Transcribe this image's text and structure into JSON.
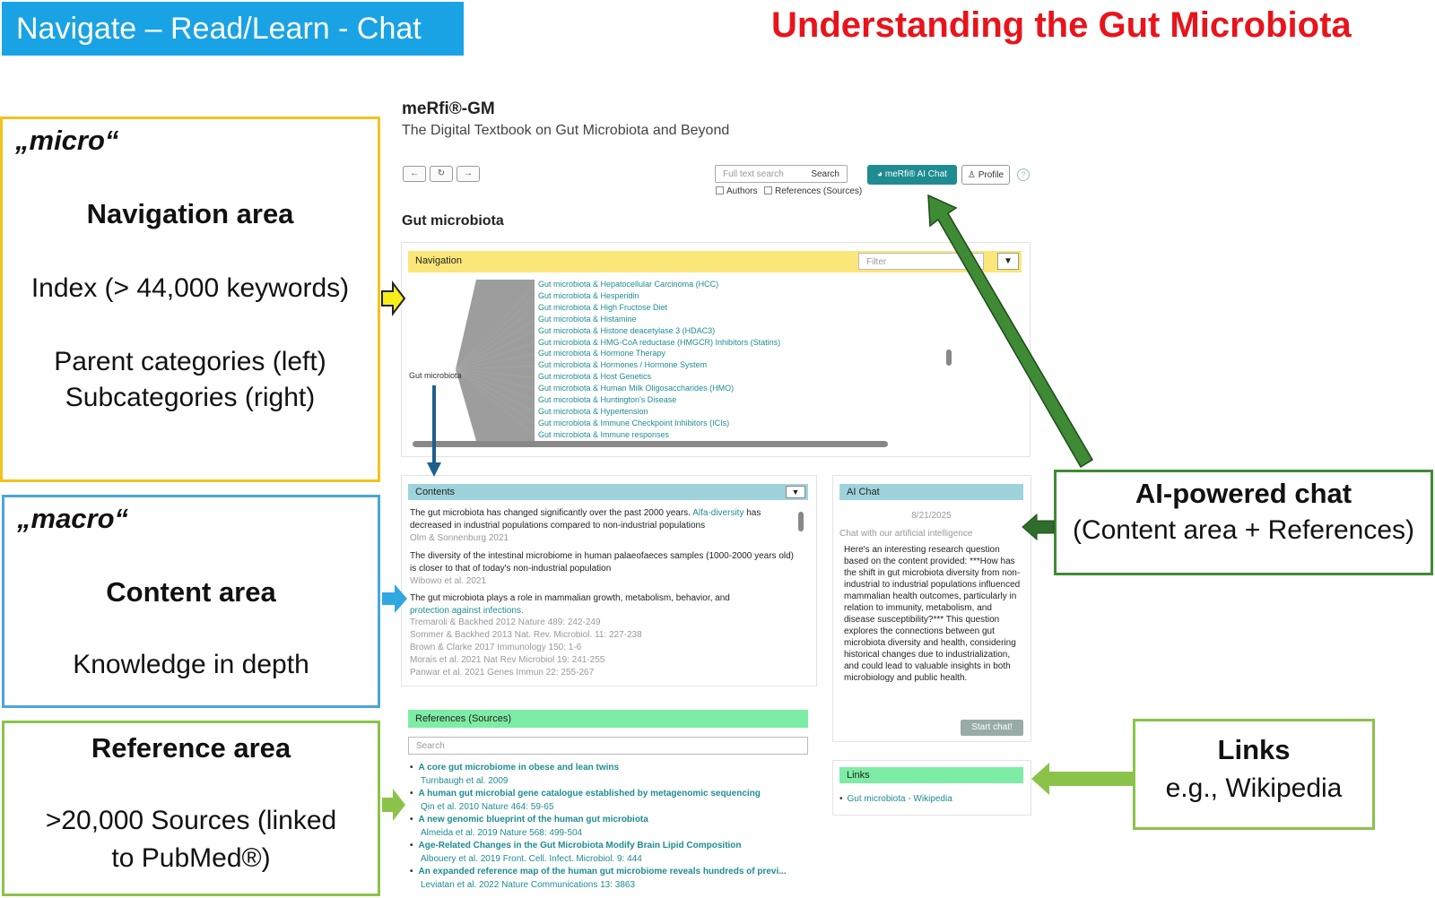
{
  "header": {
    "banner": "Navigate – Read/Learn - Chat",
    "title": "Understanding the Gut Microbiota"
  },
  "callouts": {
    "micro": {
      "tag": "„micro“",
      "heading": "Navigation area",
      "lines": [
        "Index (> 44,000 keywords)",
        "Parent categories (left)",
        "Subcategories (right)"
      ]
    },
    "macro": {
      "tag": "„macro“",
      "heading": "Content area",
      "lines": [
        "Knowledge in depth"
      ]
    },
    "reference": {
      "heading": "Reference area",
      "lines": [
        ">20,000 Sources (linked",
        "to PubMed®)"
      ]
    },
    "chat": {
      "heading": "AI-powered chat",
      "lines": [
        "(Content area + References)"
      ]
    },
    "links": {
      "heading": "Links",
      "lines": [
        "e.g., Wikipedia"
      ]
    }
  },
  "app": {
    "name": "meRfi®-GM",
    "subtitle": "The Digital Textbook on Gut Microbiota and Beyond",
    "search_placeholder": "Full text search",
    "search_button": "Search",
    "check_authors": "Authors",
    "check_references": "References (Sources)",
    "ai_chat_button": "meRfi® AI Chat",
    "profile_button": "Profile",
    "section_title": "Gut microbiota"
  },
  "navigation": {
    "header": "Navigation",
    "filter_placeholder": "Filter",
    "root": "Gut microbiota",
    "items": [
      "Gut microbiota & Hepatocellular Carcinoma (HCC)",
      "Gut microbiota & Hesperidin",
      "Gut microbiota & High Fructose Diet",
      "Gut microbiota & Histamine",
      "Gut microbiota & Histone deacetylase 3 (HDAC3)",
      "Gut microbiota & HMG-CoA reductase (HMGCR) Inhibitors (Statins)",
      "Gut microbiota & Hormone Therapy",
      "Gut microbiota & Hormones / Hormone System",
      "Gut microbiota & Host Genetics",
      "Gut microbiota & Human Milk Oligosaccharides (HMO)",
      "Gut microbiota & Huntington's Disease",
      "Gut microbiota & Hypertension",
      "Gut microbiota & Immune Checkpoint Inhibitors (ICIs)",
      "Gut microbiota & Immune responses"
    ]
  },
  "contents": {
    "header": "Contents",
    "p1_text": "The gut microbiota has changed significantly over the past 2000 years.",
    "p1_link": "Alfa-diversity",
    "p1_text2": "has decreased in industrial populations compared to non-industrial populations",
    "p1_cite": "Olm & Sonnenburg 2021",
    "p2_text": "The diversity of the intestinal microbiome in human palaeofaeces samples (1000-2000 years old) is closer to that of today's non-industrial population",
    "p2_cite": "Wibowo et al. 2021",
    "p3_text": "The gut microbiota plays a role in mammalian growth, metabolism, behavior, and",
    "p3_link": "protection against infections.",
    "p3_cites": [
      "Tremaroli & Backhed 2012 Nature 489: 242-249",
      "Sommer & Backhed 2013 Nat. Rev. Microbiol. 11: 227-238",
      "Brown & Clarke 2017 Immunology 150: 1-6",
      "Morais et al. 2021 Nat Rev Microbiol 19: 241-255",
      "Panwar et al. 2021 Genes Immun 22: 255-267"
    ]
  },
  "references": {
    "header": "References (Sources)",
    "search_placeholder": "Search",
    "items": [
      {
        "title": "A core gut microbiome in obese and lean twins",
        "source": "Turnbaugh et al. 2009"
      },
      {
        "title": "A human gut microbial gene catalogue established by metagenomic sequencing",
        "source": "Qin et al. 2010 Nature 464: 59-65"
      },
      {
        "title": "A new genomic blueprint of the human gut microbiota",
        "source": "Almeida et al. 2019 Nature 568: 499-504"
      },
      {
        "title": "Age-Related Changes in the Gut Microbiota Modify Brain Lipid Composition",
        "source": "Albouery et al. 2019 Front. Cell. Infect. Microbiol. 9: 444"
      },
      {
        "title": "An expanded reference map of the human gut microbiome reveals hundreds of previ...",
        "source": "Leviatan et al. 2022 Nature Communications 13: 3863"
      }
    ]
  },
  "chat": {
    "header": "AI Chat",
    "date": "8/21/2025",
    "label": "Chat with our artificial intelligence",
    "message": "Here's an interesting research question based on the content provided: ***How has the shift in gut microbiota diversity from non-industrial to industrial populations influenced mammalian health outcomes, particularly in relation to immunity, metabolism, and disease susceptibility?*** This question explores the connections between gut microbiota diversity and health, considering historical changes due to industrialization, and could lead to valuable insights in both microbiology and public health.",
    "start_button": "Start chat!"
  },
  "links": {
    "header": "Links",
    "items": [
      "Gut microbiota - Wikipedia"
    ]
  },
  "colors": {
    "banner": "#1aa3e4",
    "title": "#e8141b",
    "micro_border": "#f4c21b",
    "macro_border": "#4aa6d8",
    "reference_border": "#8bc34a",
    "chat_border": "#3f8a35",
    "teal": "#1e8c92"
  }
}
